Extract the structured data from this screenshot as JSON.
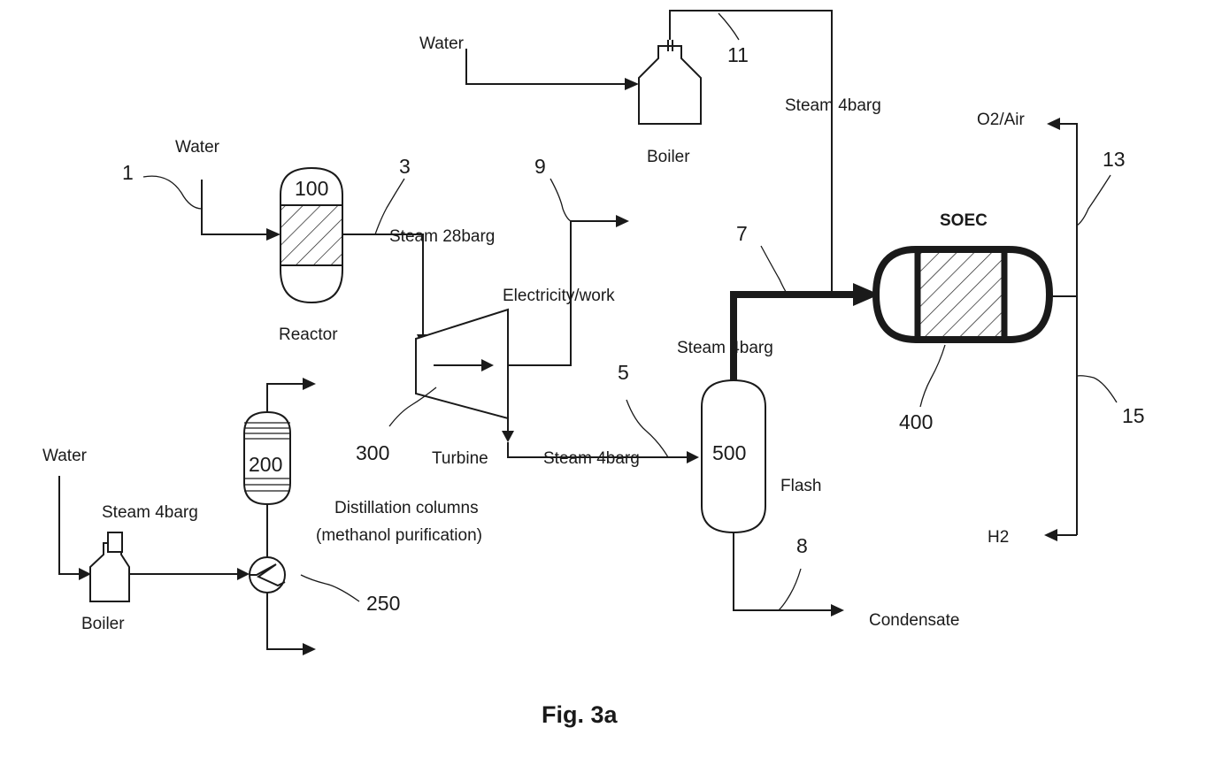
{
  "labels": {
    "water_top": "Water",
    "boiler_top": "Boiler",
    "steam_4barg_top": "Steam 4barg",
    "o2_air": "O2/Air",
    "water_reactor": "Water",
    "steam_28barg": "Steam 28barg",
    "reactor": "Reactor",
    "electricity_work": "Electricity/work",
    "steam_4barg_flash_top": "Steam 4barg",
    "soec": "SOEC",
    "turbine": "Turbine",
    "steam_4barg_turbine": "Steam 4barg",
    "flash": "Flash",
    "water_boiler_bottom": "Water",
    "steam_4barg_boiler": "Steam 4barg",
    "distillation_line1": "Distillation columns",
    "distillation_line2": "(methanol purification)",
    "boiler_bottom": "Boiler",
    "h2": "H2",
    "condensate": "Condensate"
  },
  "refs": {
    "r1": "1",
    "r3": "3",
    "r5": "5",
    "r7": "7",
    "r8": "8",
    "r9": "9",
    "r11": "11",
    "r13": "13",
    "r15": "15",
    "r100": "100",
    "r200": "200",
    "r250": "250",
    "r300": "300",
    "r400": "400",
    "r500": "500"
  },
  "figure_caption": "Fig. 3a"
}
